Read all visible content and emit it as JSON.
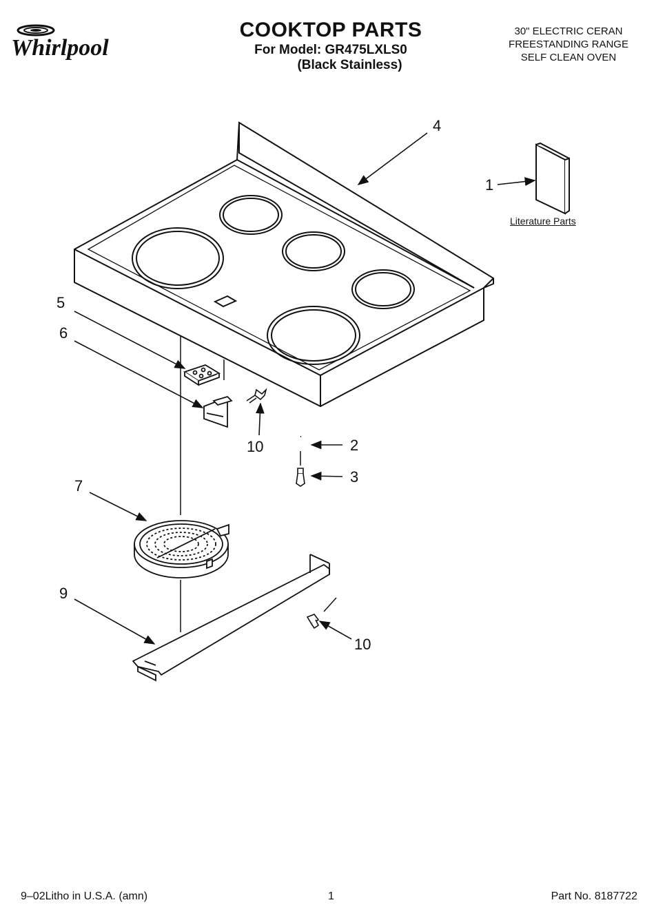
{
  "header": {
    "brand": "Whirlpool",
    "title": "COOKTOP PARTS",
    "model_line": "For Model: GR475LXLS0",
    "variant": "(Black Stainless)",
    "product_lines": [
      "30\" ELECTRIC CERAN",
      "FREESTANDING RANGE",
      "SELF CLEAN OVEN"
    ]
  },
  "callouts": {
    "c1": "1",
    "c2": "2",
    "c3": "3",
    "c4": "4",
    "c5": "5",
    "c6": "6",
    "c7": "7",
    "c9": "9",
    "c10a": "10",
    "c10b": "10"
  },
  "literature_label": "Literature Parts",
  "footer": {
    "left": "9–02Litho in U.S.A. (amn)",
    "page": "1",
    "part_no": "Part No. 8187722"
  },
  "colors": {
    "ink": "#111111",
    "paper": "#ffffff"
  }
}
